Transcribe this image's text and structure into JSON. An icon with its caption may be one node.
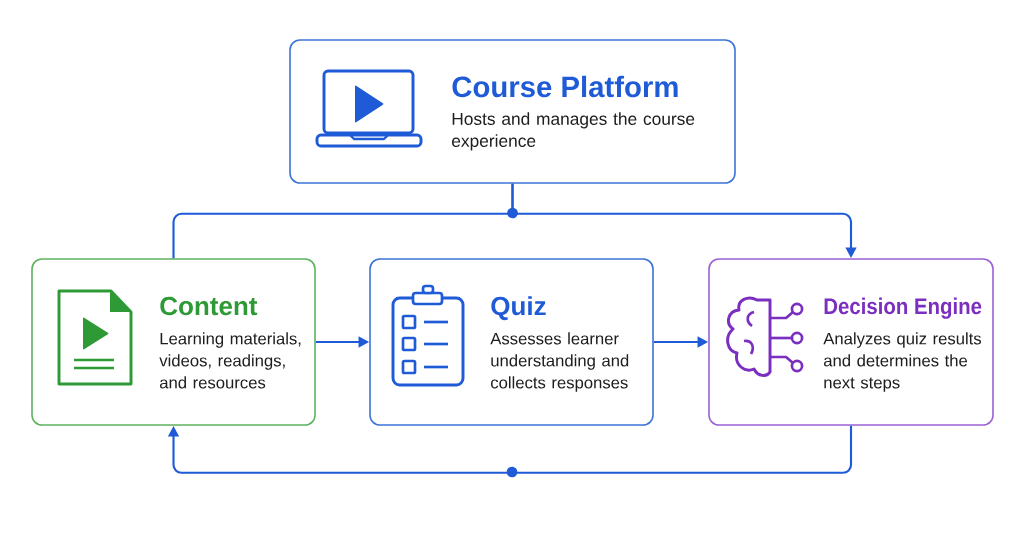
{
  "diagram": {
    "nodes": [
      {
        "text": [
          "Course Platform",
          "Hosts and manages the course experience"
        ]
      },
      {
        "text": [
          "Content",
          "Learning materials, videos, readings, and resources"
        ]
      },
      {
        "text": [
          "Quiz",
          "Assesses learner understanding and collects responses"
        ]
      },
      {
        "text": [
          "Decision Engine",
          "Analyzes quiz results and determines the next steps"
        ]
      }
    ],
    "edges": [
      {
        "from": 0,
        "to": 1,
        "arrow": "none"
      },
      {
        "from": 0,
        "to": 3,
        "arrow": "to"
      },
      {
        "from": 1,
        "to": 2,
        "arrow": "to"
      },
      {
        "from": 2,
        "to": 3,
        "arrow": "to"
      },
      {
        "from": 3,
        "to": 1,
        "arrow": "to"
      }
    ]
  }
}
